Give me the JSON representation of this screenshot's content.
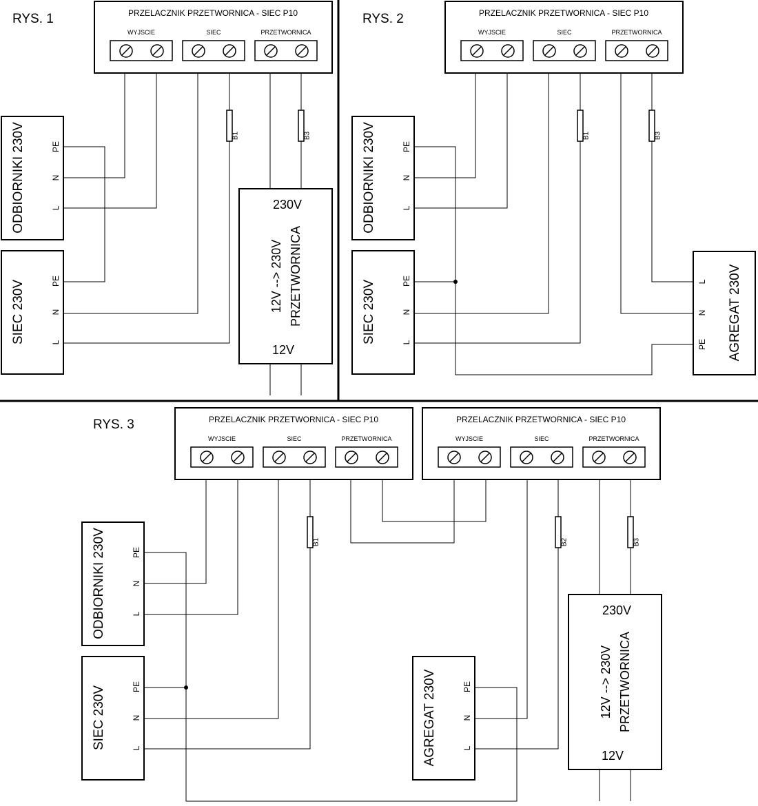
{
  "figures": [
    {
      "label": "RYS. 1"
    },
    {
      "label": "RYS. 2"
    },
    {
      "label": "RYS. 3"
    }
  ],
  "switch": {
    "title": "PRZELACZNIK PRZETWORNICA - SIEC P10",
    "groups": [
      "WYJSCIE",
      "SIEC",
      "PRZETWORNICA"
    ]
  },
  "loads": {
    "label": "ODBIORNIKI 230V"
  },
  "mains": {
    "label": "SIEC 230V"
  },
  "generator": {
    "label": "AGREGAT 230V"
  },
  "converter": {
    "top_label": "230V",
    "bottom_label": "12V",
    "line1": "12V --> 230V",
    "line2": "PRZETWORNICA"
  },
  "pins": {
    "pe": "PE",
    "n": "N",
    "l": "L"
  },
  "fuses": {
    "b1": "B1",
    "b2": "B2",
    "b3": "B3"
  }
}
